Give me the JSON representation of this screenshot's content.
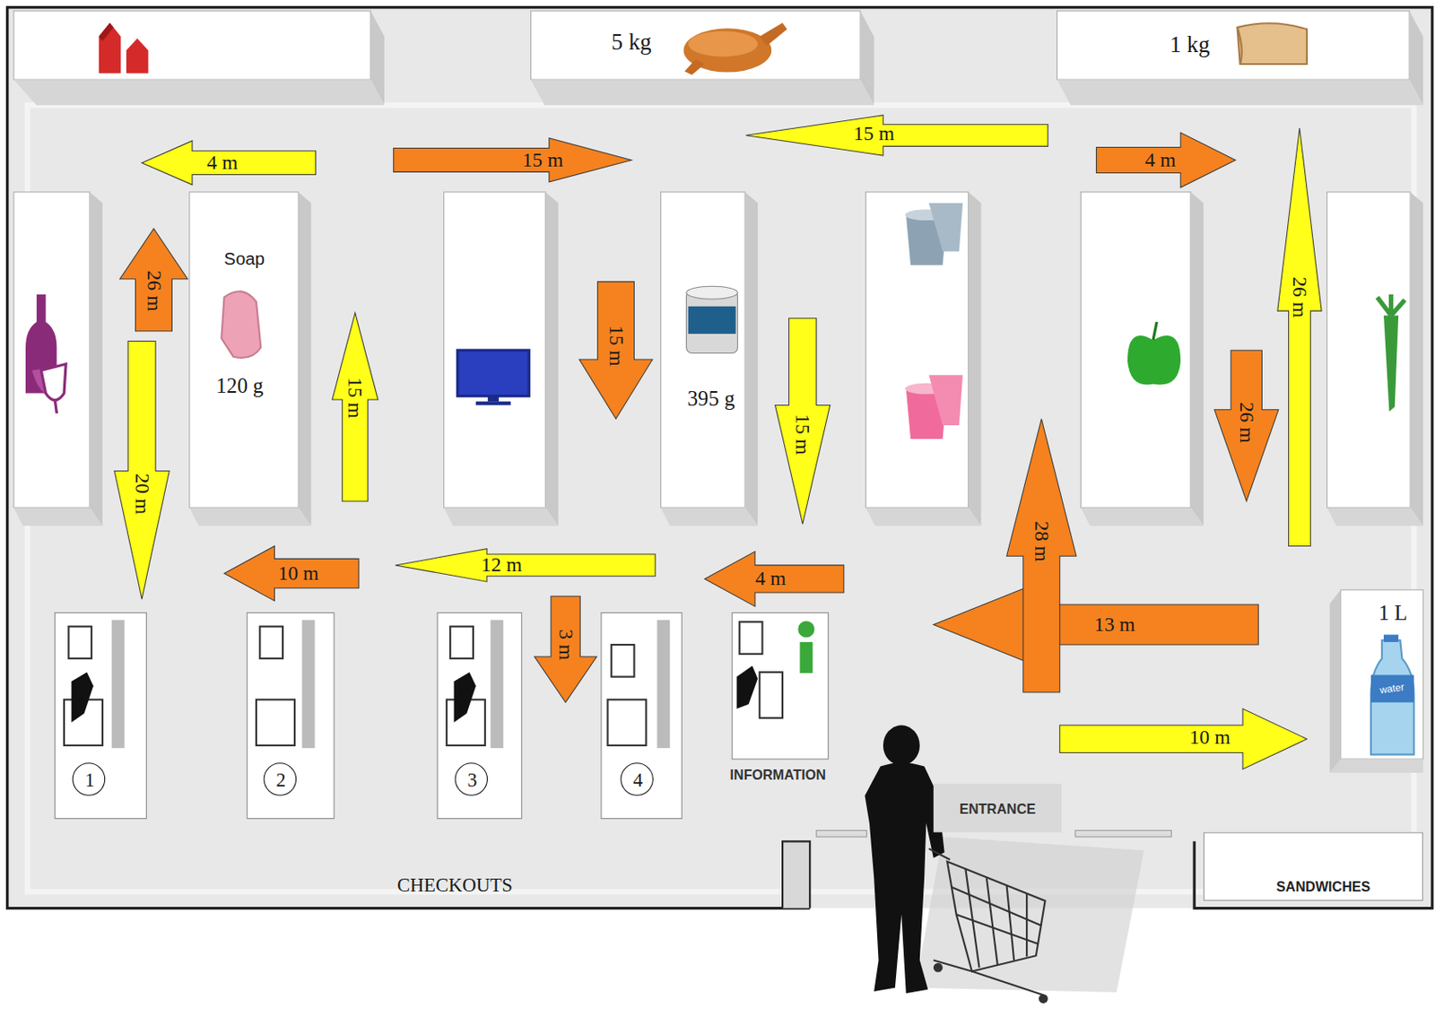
{
  "diagram": {
    "nodes": [
      {
        "text": [
          "5 kg"
        ]
      },
      {
        "text": [
          "1 kg"
        ]
      },
      {
        "text": [
          "Soap",
          "120 g"
        ]
      },
      {
        "text": [
          "395 g"
        ]
      },
      {
        "text": [
          "1 L"
        ]
      },
      {
        "text": [
          "1"
        ]
      },
      {
        "text": [
          "2"
        ]
      },
      {
        "text": [
          "3"
        ]
      },
      {
        "text": [
          "4"
        ]
      },
      {
        "text": [
          "INFORMATION"
        ]
      },
      {
        "text": [
          "ENTRANCE"
        ]
      },
      {
        "text": [
          "SANDWICHES"
        ]
      }
    ],
    "labels": [
      "4 m",
      "15 m",
      "15 m",
      "4 m",
      "26 m",
      "20 m",
      "15 m",
      "15 m",
      "15 m",
      "26 m",
      "26 m",
      "28 m",
      "13 m",
      "10 m",
      "12 m",
      "4 m",
      "3 m",
      "10 m",
      "CHECKOUTS",
      "water"
    ]
  }
}
